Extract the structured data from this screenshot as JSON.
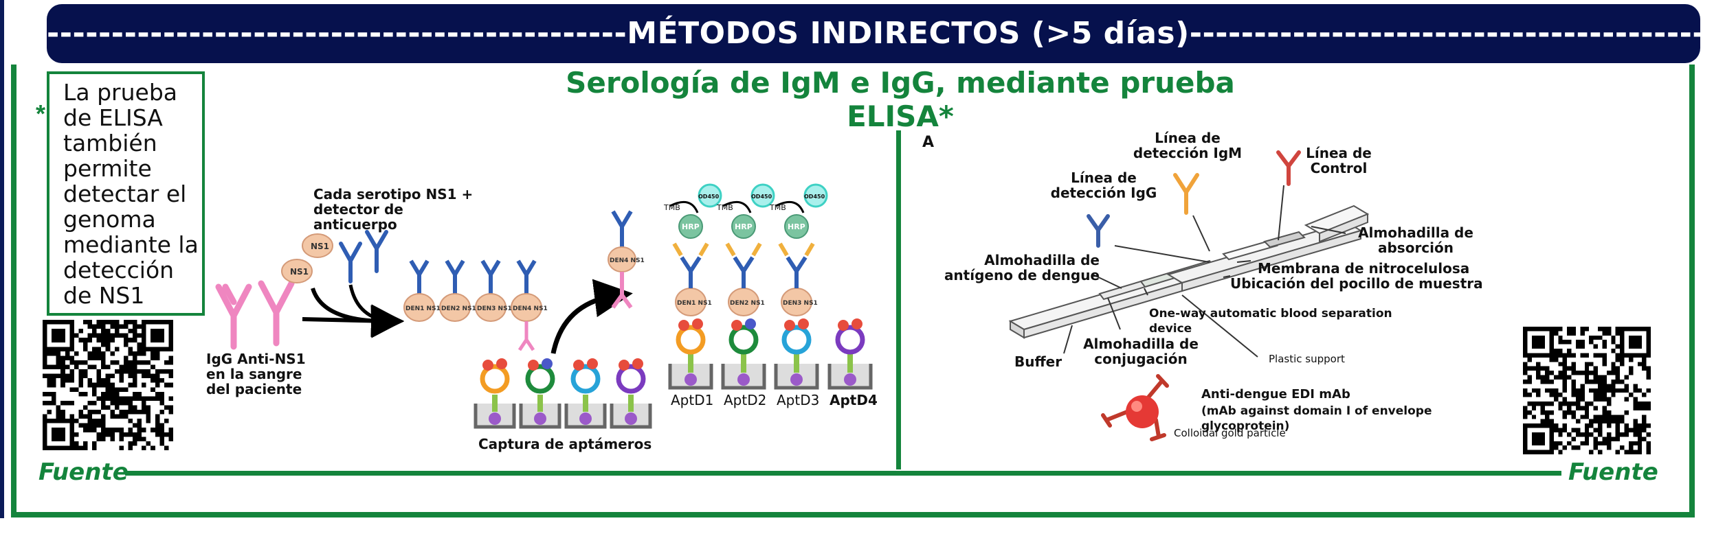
{
  "header": {
    "title": "---------------------------------------------MÉTODOS INDIRECTOS (>5 días)-------------------------------------------"
  },
  "subtitle": "Serología de IgM e IgG, mediante prueba ELISA*",
  "note": {
    "asterisk": "*",
    "text": "La prueba de ELISA también permite detectar el genoma mediante la detección de NS1"
  },
  "source_left": "Fuente",
  "source_right": "Fuente",
  "colors": {
    "navy": "#06114d",
    "green": "#14843c"
  },
  "left_diagram": {
    "serotype_label": "Cada serotipo NS1 + detector de anticuerpo",
    "igg_label": "IgG Anti-NS1 en la sangre del paciente",
    "capture_label": "Captura de aptámeros",
    "ns1": "NS1",
    "den": [
      "DEN1 NS1",
      "DEN2 NS1",
      "DEN3 NS1",
      "DEN4 NS1"
    ],
    "den4_top": "DEN4 NS1",
    "hrp": "HRP",
    "tmb": "TMB",
    "od": "OD450",
    "apt": [
      "AptD1",
      "AptD2",
      "AptD3",
      "AptD4"
    ]
  },
  "right_diagram": {
    "panel": "A",
    "igm_line": "Línea de detección IgM",
    "control_line": "Línea de Control",
    "igg_line": "Línea de detección IgG",
    "absorption_pad": "Almohadilla de absorción",
    "antigen_pad": "Almohadilla de antígeno de dengue",
    "nitro": "Membrana de nitrocelulosa",
    "well": "Ubicación del pocillo de muestra",
    "oneway": "One-way automatic blood separation device",
    "conj_pad": "Almohadilla de conjugación",
    "buffer": "Buffer",
    "plastic": "Plastic support",
    "mab1": "Anti-dengue EDI mAb",
    "mab2": "(mAb against domain I of envelope glycoprotein)",
    "gold": "Colloidal gold particle"
  }
}
